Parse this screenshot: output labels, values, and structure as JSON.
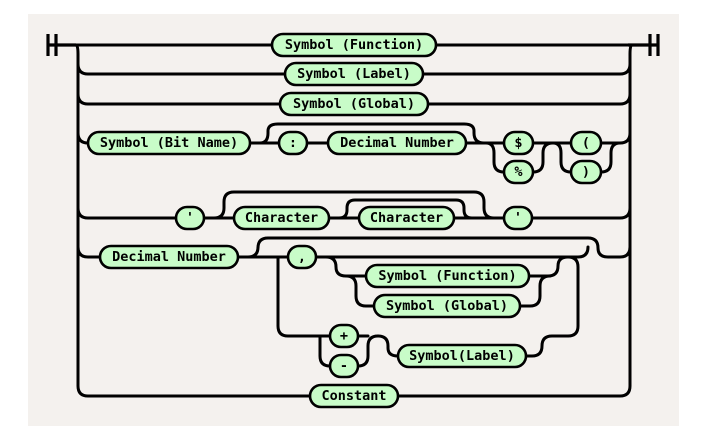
{
  "diagram": {
    "nodes": {
      "symbol_function_top": "Symbol (Function)",
      "symbol_label_top": "Symbol (Label)",
      "symbol_global_top": "Symbol (Global)",
      "symbol_bit_name": "Symbol (Bit Name)",
      "colon": ":",
      "decimal_number_bit": "Decimal Number",
      "dollar": "$",
      "percent": "%",
      "paren_open": "(",
      "paren_close": ")",
      "quote_open": "'",
      "character_1": "Character",
      "character_2": "Character",
      "quote_close": "'",
      "decimal_number_main": "Decimal Number",
      "comma": ",",
      "symbol_function_sub": "Symbol (Function)",
      "symbol_global_sub": "Symbol (Global)",
      "plus": "+",
      "minus": "-",
      "symbol_label_sub": "Symbol(Label)",
      "constant": "Constant"
    }
  }
}
